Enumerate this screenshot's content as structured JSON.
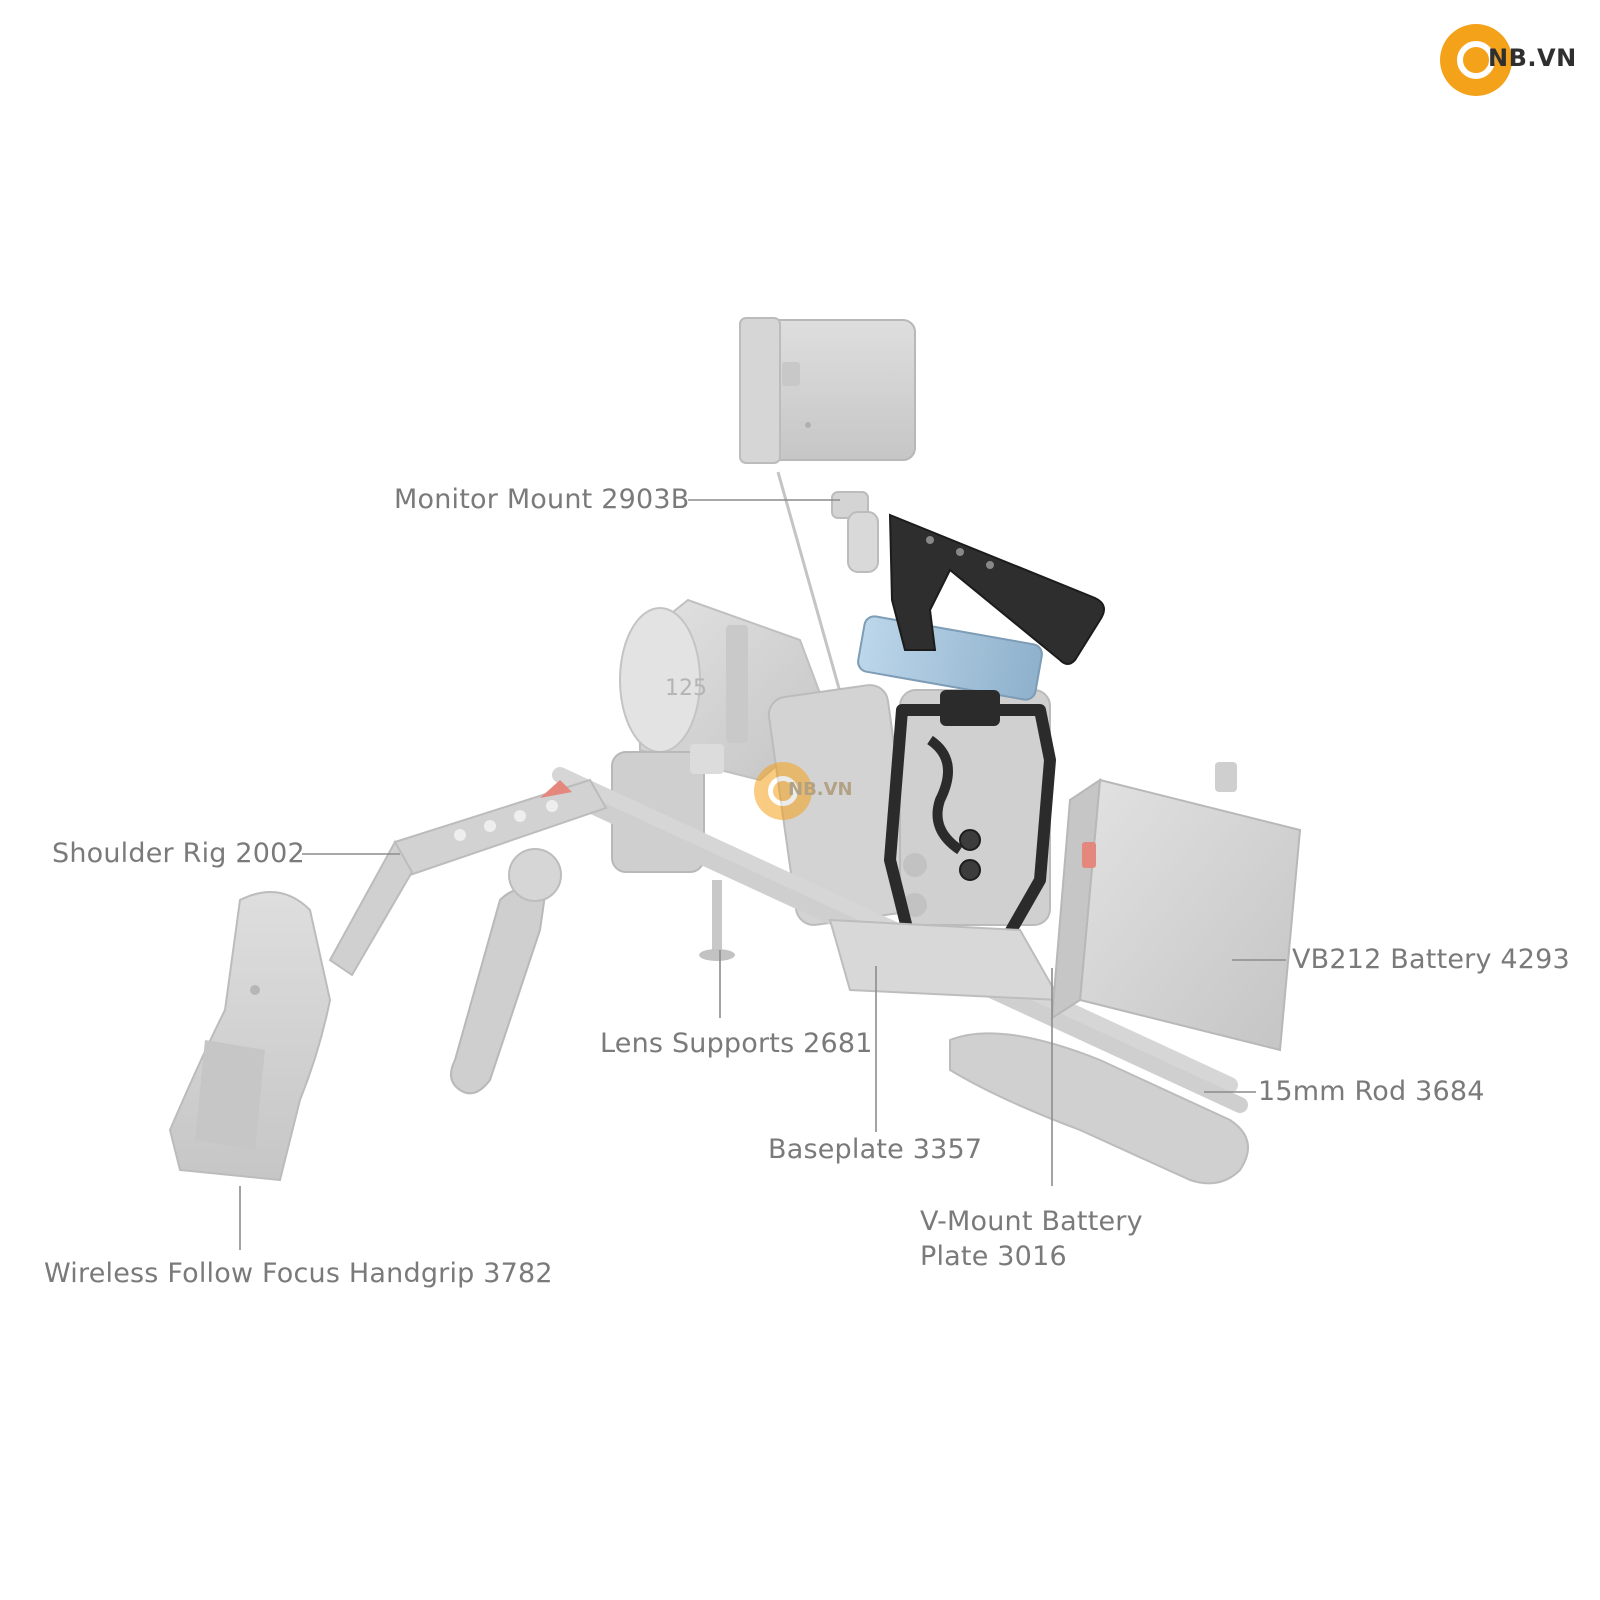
{
  "brand": {
    "logo_text": "NB.VN",
    "watermark_text": "NB.VN",
    "accent_color": "#f5a21b"
  },
  "labels": {
    "monitor_mount": "Monitor Mount 2903B",
    "shoulder_rig": "Shoulder Rig 2002",
    "lens_supports": "Lens Supports 2681",
    "baseplate": "Baseplate 3357",
    "vmount_plate_line1": "V-Mount Battery",
    "vmount_plate_line2": "Plate 3016",
    "vb212_battery": "VB212 Battery 4293",
    "rod": "15mm Rod 3684",
    "handgrip": "Wireless Follow Focus Handgrip 3782"
  },
  "colors": {
    "label_text": "#7a7a7a",
    "leader_line": "#8c8c8c",
    "accessory_gray": "#d3d3d3",
    "cage_black": "#2b2b2b",
    "ssd_blue": "#a9c6de"
  }
}
